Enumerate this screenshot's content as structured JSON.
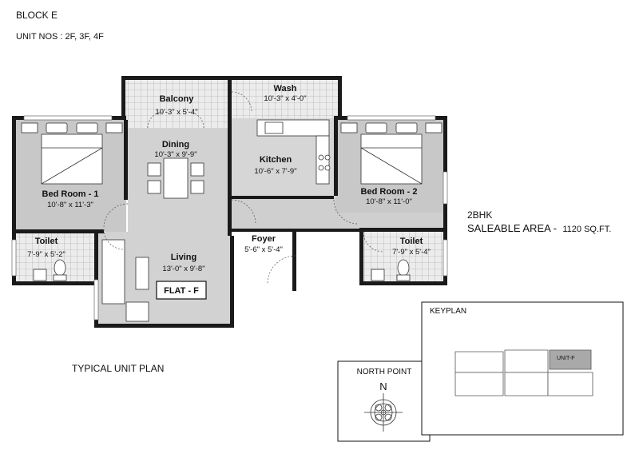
{
  "header": {
    "block": "BLOCK E",
    "units": "UNIT NOS : 2F, 3F, 4F"
  },
  "rooms": {
    "balcony": {
      "name": "Balcony",
      "dim": "10'-3\" x 5'-4\""
    },
    "wash": {
      "name": "Wash",
      "dim": "10'-3\" x 4'-0\""
    },
    "dining": {
      "name": "Dining",
      "dim": "10'-3\" x 9'-9\""
    },
    "kitchen": {
      "name": "Kitchen",
      "dim": "10'-6\" x 7'-9\""
    },
    "bed1": {
      "name": "Bed Room - 1",
      "dim": "10'-8\" x 11'-3\""
    },
    "bed2": {
      "name": "Bed Room - 2",
      "dim": "10'-8\" x 11'-0\""
    },
    "toilet1": {
      "name": "Toilet",
      "dim": "7'-9\" x 5'-2\""
    },
    "toilet2": {
      "name": "Toilet",
      "dim": "7'-9\" x 5'-4\""
    },
    "foyer": {
      "name": "Foyer",
      "dim": "5'-6\" x 5'-4\""
    },
    "living": {
      "name": "Living",
      "dim": "13'-0\" x 9'-8\""
    }
  },
  "flat_label": "FLAT - F",
  "summary": {
    "type": "2BHK",
    "area_label": "SALEABLE AREA -",
    "area_value": "1120 SQ.FT."
  },
  "plan_caption": "TYPICAL UNIT PLAN",
  "north": {
    "title": "NORTH POINT",
    "letter": "N"
  },
  "keyplan": {
    "title": "KEYPLAN",
    "unit_label": "UNIT-F"
  },
  "colors": {
    "wall": "#1a1a1a",
    "room": "#cfcfcf",
    "tile": "#e4e4e4",
    "dark_room": "#c4c4c4",
    "line": "#555555"
  }
}
